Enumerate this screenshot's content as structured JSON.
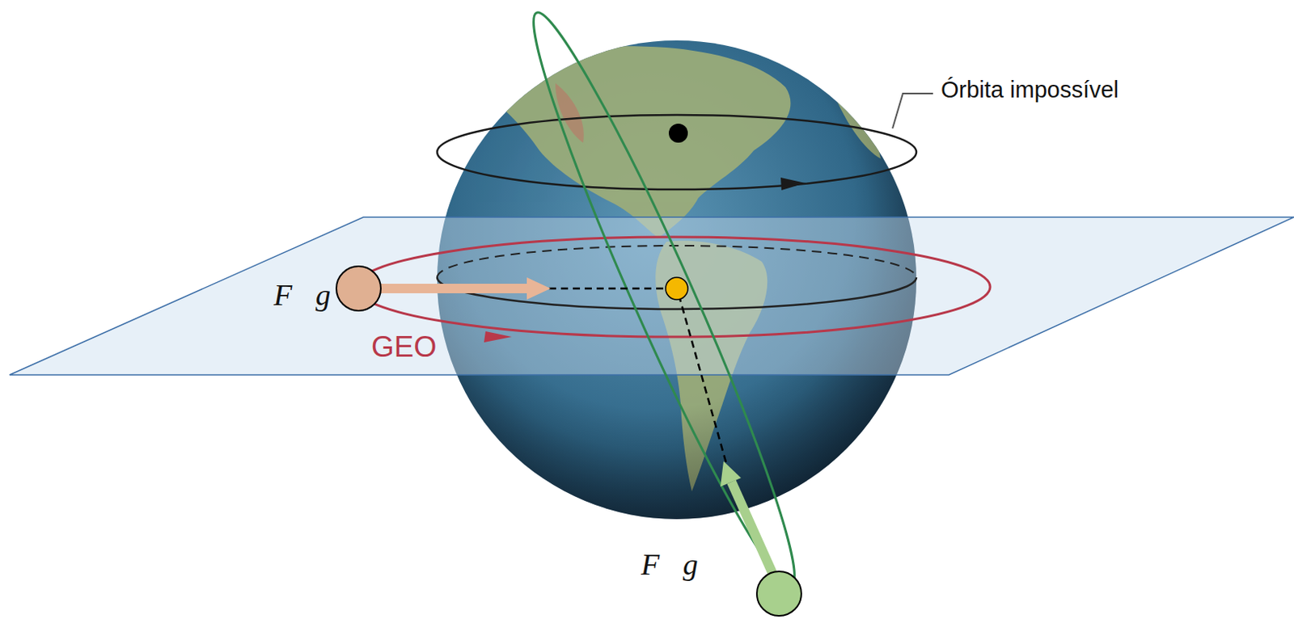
{
  "diagram": {
    "labels": [
      "Órbita impossível",
      "F⃗g",
      "GEO",
      "F⃗g"
    ]
  }
}
